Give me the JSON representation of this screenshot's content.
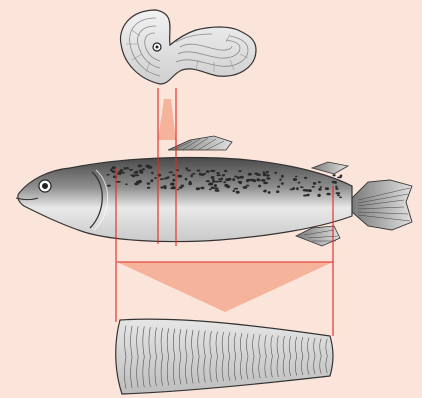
{
  "figure": {
    "description_text": "",
    "colors": {
      "background": "#fbe4da",
      "projection_fill": "#f6b39b",
      "cut_line": "#e0281f",
      "outline": "#2a2a2a",
      "fish_dark": "#5e5e5e",
      "fish_light": "#f4f4f4"
    },
    "parts": [
      {
        "name": "cross-section-steak",
        "icon": "fish-steak-icon"
      },
      {
        "name": "whole-fish",
        "icon": "fish-icon"
      },
      {
        "name": "fillet",
        "icon": "fillet-icon"
      }
    ]
  }
}
